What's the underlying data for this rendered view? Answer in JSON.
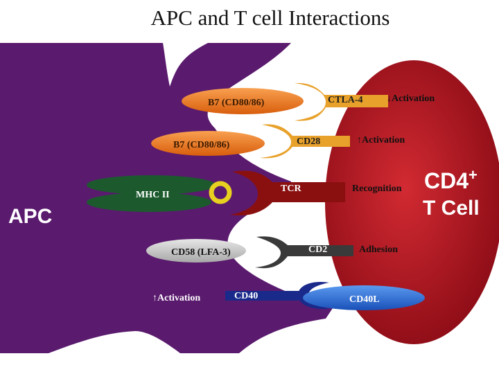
{
  "title": "APC and T cell Interactions",
  "apc_label": "APC",
  "tcell_label_line1": "CD4",
  "tcell_label_sup": "+",
  "tcell_label_line2": "T Cell",
  "rows": [
    {
      "apc_molecule": "B7 (CD80/86)",
      "t_molecule": "CTLA-4",
      "arrow": "↓",
      "effect": "Activation"
    },
    {
      "apc_molecule": "B7 (CD80/86)",
      "t_molecule": "CD28",
      "arrow": "↑",
      "effect": "Activation"
    },
    {
      "apc_molecule": "MHC II",
      "t_molecule": "TCR",
      "arrow": "",
      "effect": "Recognition"
    },
    {
      "apc_molecule": "CD58 (LFA-3)",
      "t_molecule": "CD2",
      "arrow": "",
      "effect": "Adhesion"
    },
    {
      "apc_molecule": "CD40",
      "t_molecule": "CD40L",
      "arrow": "↑",
      "effect": "Activation"
    }
  ],
  "colors": {
    "apc_body": "#5a1a6e",
    "t_cell": "#b01622",
    "b7": "#ef7a1c",
    "receptor_gold": "#e8a12a",
    "mhc": "#1c5a2e",
    "peptide": "#e8d020",
    "tcr": "#8a1010",
    "cd58": "#c8c8c8",
    "cd2": "#3a3a3a",
    "cd40": "#1a2a8a",
    "cd40l": "#2a6fd8"
  }
}
